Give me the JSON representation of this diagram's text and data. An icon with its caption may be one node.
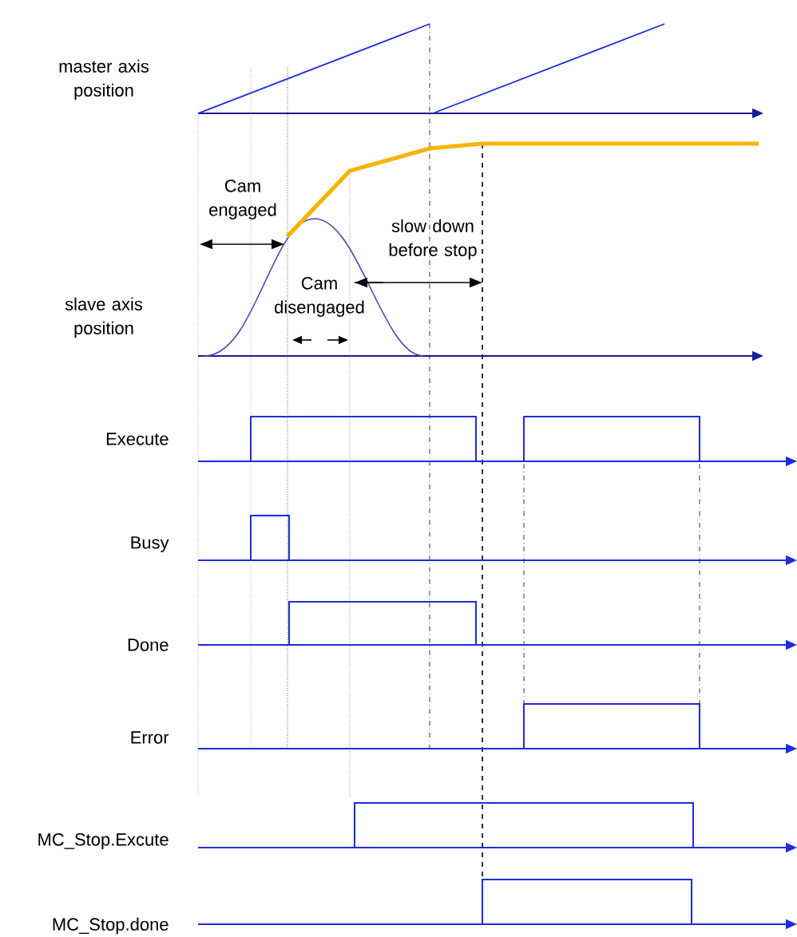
{
  "diagram": {
    "labels": [
      "master axis position",
      "Cam engaged",
      "slow down before stop",
      "Cam disengaged",
      "slave axis position",
      "Execute",
      "Busy",
      "Done",
      "Error",
      "MC_Stop.Excute",
      "MC_Stop.done"
    ]
  }
}
